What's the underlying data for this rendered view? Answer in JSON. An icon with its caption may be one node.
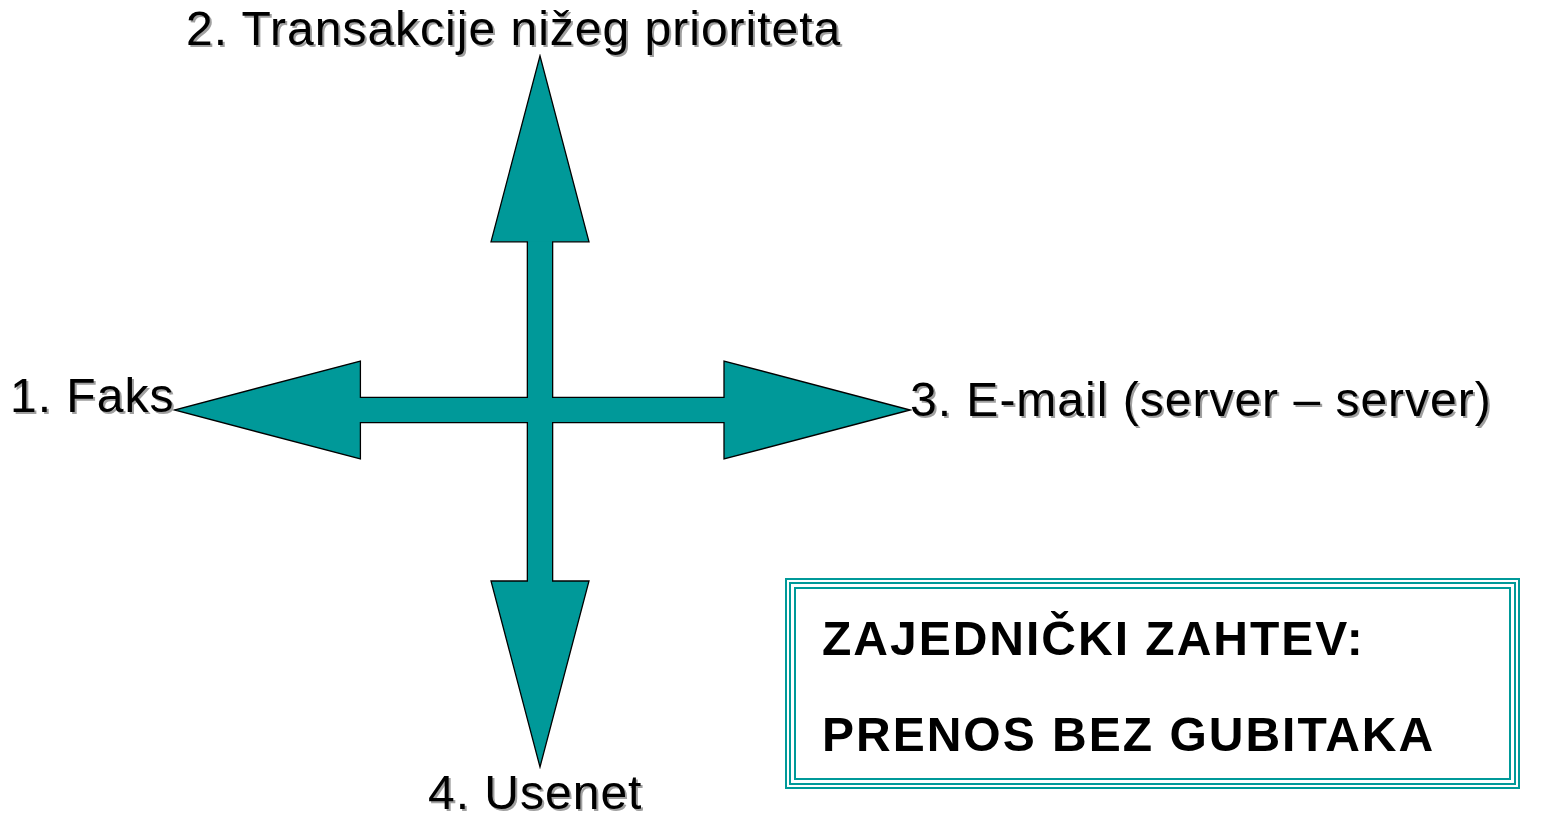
{
  "diagram": {
    "nodes": [
      {
        "text": [
          "1. Faks"
        ]
      },
      {
        "text": [
          "2. Transakcije nižeg prioriteta"
        ]
      },
      {
        "text": [
          "3. E-mail (server – server)"
        ]
      },
      {
        "text": [
          "4. Usenet"
        ]
      },
      {
        "text": [
          "ZAJEDNIČKI ZAHTEV:",
          "PRENOS BEZ GUBITAKA"
        ]
      },
      {
        "text": [],
        "shape": "box"
      }
    ],
    "edges": [
      {
        "from": 5,
        "to": 0,
        "arrow": "to"
      },
      {
        "from": 5,
        "to": 1,
        "arrow": "to"
      },
      {
        "from": 5,
        "to": 2,
        "arrow": "to"
      },
      {
        "from": 5,
        "to": 3,
        "arrow": "to"
      }
    ]
  }
}
